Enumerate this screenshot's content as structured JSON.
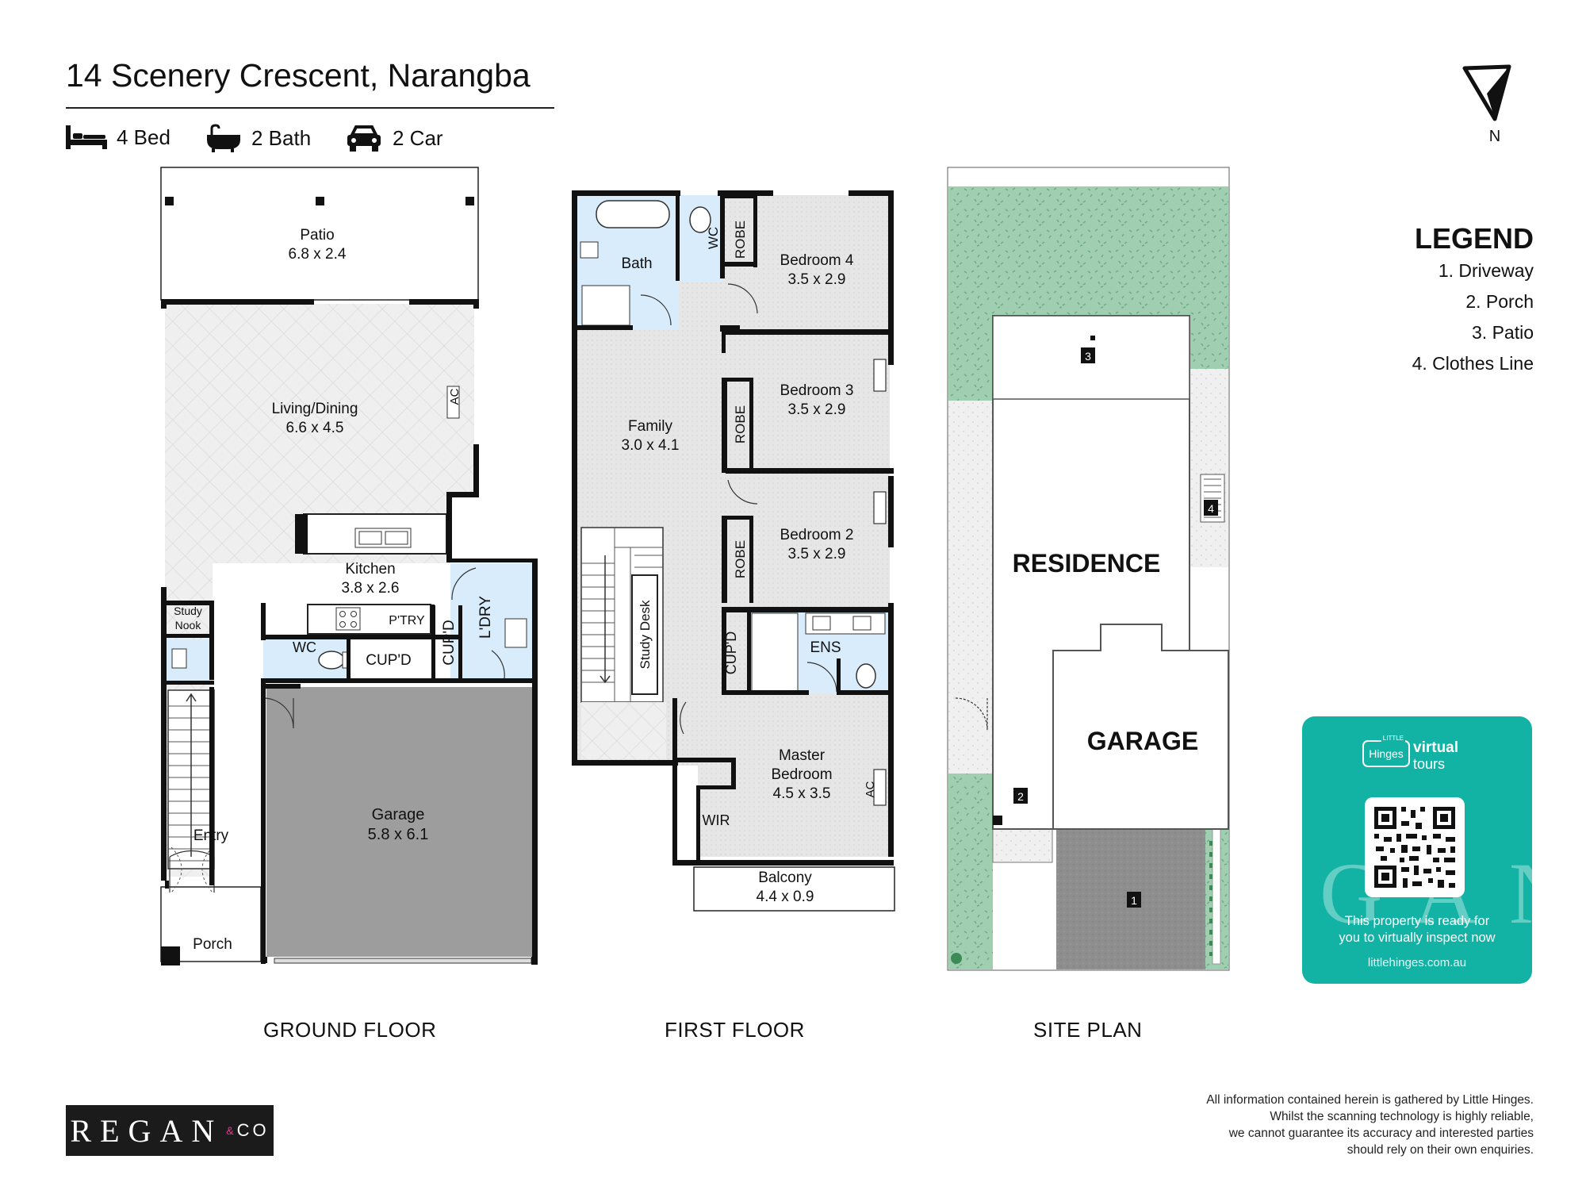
{
  "header": {
    "title": "14 Scenery Crescent, Narangba",
    "features": [
      {
        "icon": "bed-icon",
        "label": "4 Bed"
      },
      {
        "icon": "bath-icon",
        "label": "2 Bath"
      },
      {
        "icon": "car-icon",
        "label": "2 Car"
      }
    ],
    "north_label": "N"
  },
  "ground_floor": {
    "caption": "GROUND FLOOR",
    "rooms": {
      "patio": {
        "name": "Patio",
        "size": "6.8 x 2.4"
      },
      "living": {
        "name": "Living/Dining",
        "size": "6.6 x 4.5"
      },
      "ac": "AC",
      "kitchen": {
        "name": "Kitchen",
        "size": "3.8 x 2.6"
      },
      "ptry": "P'TRY",
      "study_nook_1": "Study",
      "study_nook_2": "Nook",
      "wc": "WC",
      "cupd": "CUP'D",
      "cupd2": "CUP'D",
      "ldry": "L'DRY",
      "garage": {
        "name": "Garage",
        "size": "5.8 x 6.1"
      },
      "entry": "Entry",
      "porch": "Porch"
    }
  },
  "first_floor": {
    "caption": "FIRST FLOOR",
    "rooms": {
      "bath": "Bath",
      "wc": "WC",
      "robe1": "ROBE",
      "robe2": "ROBE",
      "robe3": "ROBE",
      "bedroom4": {
        "name": "Bedroom 4",
        "size": "3.5 x 2.9"
      },
      "bedroom3": {
        "name": "Bedroom 3",
        "size": "3.5 x 2.9"
      },
      "bedroom2": {
        "name": "Bedroom 2",
        "size": "3.5 x 2.9"
      },
      "family": {
        "name": "Family",
        "size": "3.0 x 4.1"
      },
      "study_desk": "Study Desk",
      "cupd": "CUP'D",
      "ens": "ENS",
      "master": {
        "name1": "Master",
        "name2": "Bedroom",
        "size": "4.5 x 3.5"
      },
      "ac": "AC",
      "wir": "WIR",
      "balcony": {
        "name": "Balcony",
        "size": "4.4 x 0.9"
      }
    }
  },
  "site_plan": {
    "caption": "SITE PLAN",
    "residence": "RESIDENCE",
    "garage": "GARAGE",
    "markers": [
      "1",
      "2",
      "3",
      "4"
    ]
  },
  "legend": {
    "title": "LEGEND",
    "items": [
      "1. Driveway",
      "2. Porch",
      "3. Patio",
      "4. Clothes Line"
    ]
  },
  "virtual_tour": {
    "badge_top": "LITTLE",
    "badge": "Hinges",
    "virtual": "virtual",
    "tours": "tours",
    "message_1": "This property is ready for",
    "message_2": "you to virtually inspect now",
    "url": "littlehinges.com.au",
    "watermark": "GAN"
  },
  "logo": {
    "main": "REGAN",
    "amp": "&",
    "co": "CO"
  },
  "disclaimer": [
    "All information contained herein is gathered by Little Hinges.",
    "Whilst the scanning technology is highly reliable,",
    "we cannot guarantee its accuracy and interested parties",
    "should rely on their own enquiries."
  ],
  "colors": {
    "wall": "#111111",
    "floor_grey": "#e9e9e9",
    "garage_grey": "#9d9d9d",
    "wet_area": "#d8ecfb",
    "lawn": "#9fcfb0",
    "teal": "#12b3a5"
  }
}
